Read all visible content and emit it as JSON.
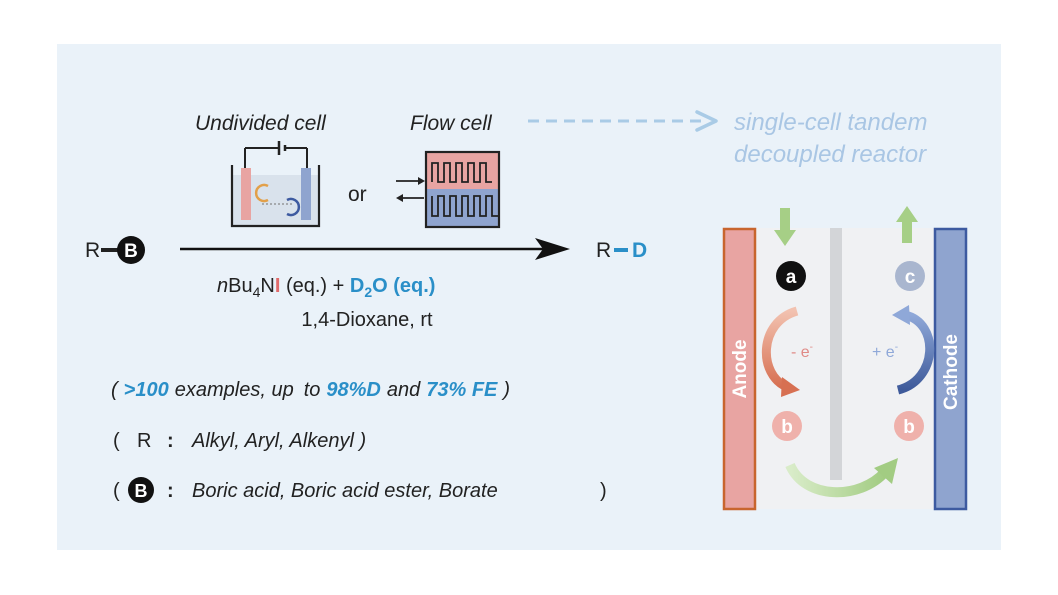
{
  "labels": {
    "undivided_cell": "Undivided cell",
    "flow_cell": "Flow cell",
    "or": "or",
    "reactor_line1": "single-cell tandem",
    "reactor_line2": "decoupled reactor"
  },
  "reaction": {
    "reactant_r": "R",
    "reactant_b": "B",
    "product_r": "R",
    "product_d": "D",
    "reagent_prefix": "n",
    "reagent_bu": "Bu",
    "reagent_sub4": "4",
    "reagent_n": "N",
    "reagent_i": "I",
    "reagent_eq": " (eq.) + ",
    "reagent_d": "D",
    "reagent_sub2": "2",
    "reagent_o": "O (eq.)",
    "conditions": "1,4-Dioxane, rt"
  },
  "scope": {
    "line1_open": "(",
    "line1_count": ">100",
    "line1_text1": "examples, up",
    "line1_to": "to",
    "line1_d": "98%D",
    "line1_and": "and",
    "line1_fe": "73% FE",
    "line1_close": ")",
    "line2_open": "(",
    "line2_r": "R",
    "line2_colon": ":",
    "line2_text": "Alkyl, Aryl, Alkenyl )",
    "line3_open": "(",
    "line3_b": "B",
    "line3_colon": ":",
    "line3_text": "Boric acid, Boric acid ester, Borate",
    "line3_close": ")"
  },
  "reactor": {
    "anode": "Anode",
    "cathode": "Cathode",
    "step_a": "a",
    "step_b_left": "b",
    "step_b_right": "b",
    "step_c": "c",
    "minus_e": "- e",
    "plus_e": "+ e",
    "minus_sup": "-",
    "plus_sup": "-"
  },
  "colors": {
    "accent_blue": "#2a8fc8",
    "anode_fill": "#e8a4a2",
    "anode_border": "#c8652e",
    "cathode_fill": "#8fa4cf",
    "cathode_border": "#3d5aa0",
    "dashed_arrow": "#a9cbe6",
    "reactor_text": "#a9c6e4",
    "green_arrow": "#a6cf86"
  }
}
